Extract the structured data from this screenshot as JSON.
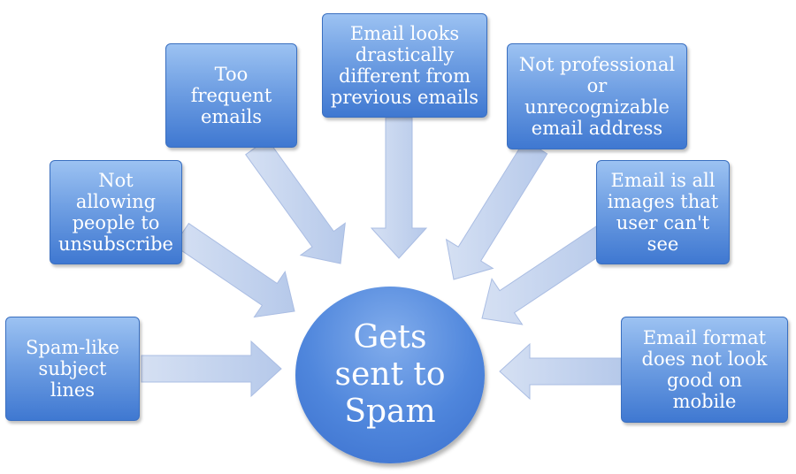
{
  "center": {
    "label": "Gets\nsent to\nSpam"
  },
  "causes": [
    {
      "id": "spam-like",
      "label": "Spam-like\nsubject\nlines"
    },
    {
      "id": "no-unsub",
      "label": "Not allowing\npeople to\nunsubscribe"
    },
    {
      "id": "frequent",
      "label": "Too\nfrequent\nemails"
    },
    {
      "id": "different",
      "label": "Email looks\ndrastically\ndifferent from\nprevious emails"
    },
    {
      "id": "unprofessional",
      "label": "Not professional\nor\nunrecognizable\nemail address"
    },
    {
      "id": "images",
      "label": "Email is all\nimages that\nuser can't\nsee"
    },
    {
      "id": "mobile",
      "label": "Email format\ndoes not look\ngood on\nmobile"
    }
  ],
  "colors": {
    "box_top": "#9cc2f2",
    "box_bottom": "#3f78d1",
    "arrow": "#c3d3ee"
  }
}
